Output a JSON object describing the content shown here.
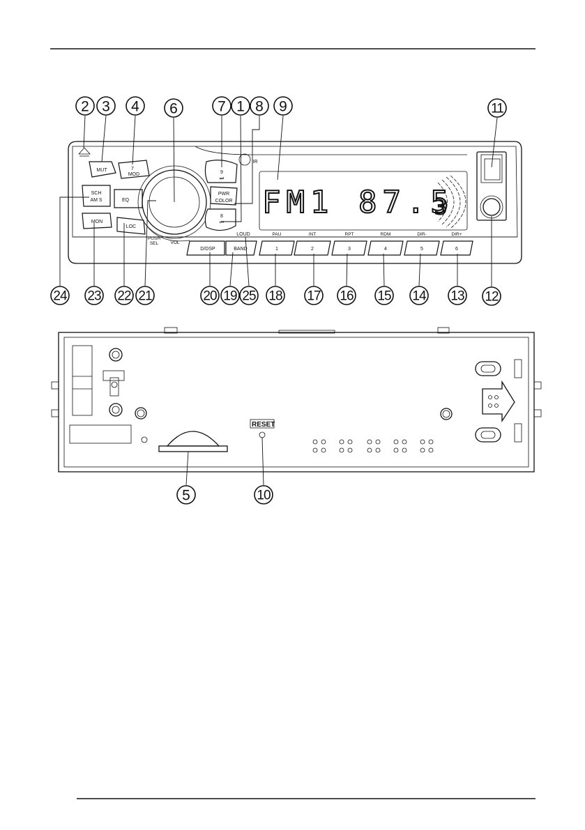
{
  "front_panel": {
    "button_labels": {
      "mut": "MUT",
      "mod_num": "7",
      "mod": "MOD",
      "sch": "SCH",
      "ams": "AM S",
      "eq": "EQ",
      "mon": "MON",
      "loc": "LOC",
      "next_num": "9",
      "pwr": "PWR",
      "color": "COLOR",
      "prev_num": "8",
      "ir": "IR",
      "loud": "LOUD",
      "push_sel_1": "PUSH",
      "push_sel_2": "SEL",
      "vol": "VOL",
      "disp": "D/DSP",
      "band": "BAND"
    },
    "display_text": "FM1  87.5",
    "display_preset": "3",
    "preset_labels": [
      "PAU",
      "INT",
      "RPT",
      "RDM",
      "DIR-",
      "DIR+"
    ],
    "preset_numbers": [
      "1",
      "2",
      "3",
      "4",
      "5",
      "6"
    ]
  },
  "rear_panel": {
    "reset_label": "RESET"
  },
  "callouts": [
    "2",
    "3",
    "4",
    "6",
    "7",
    "1",
    "8",
    "9",
    "11",
    "24",
    "23",
    "22",
    "21",
    "20",
    "19",
    "25",
    "18",
    "17",
    "16",
    "15",
    "14",
    "13",
    "12",
    "5",
    "10"
  ]
}
